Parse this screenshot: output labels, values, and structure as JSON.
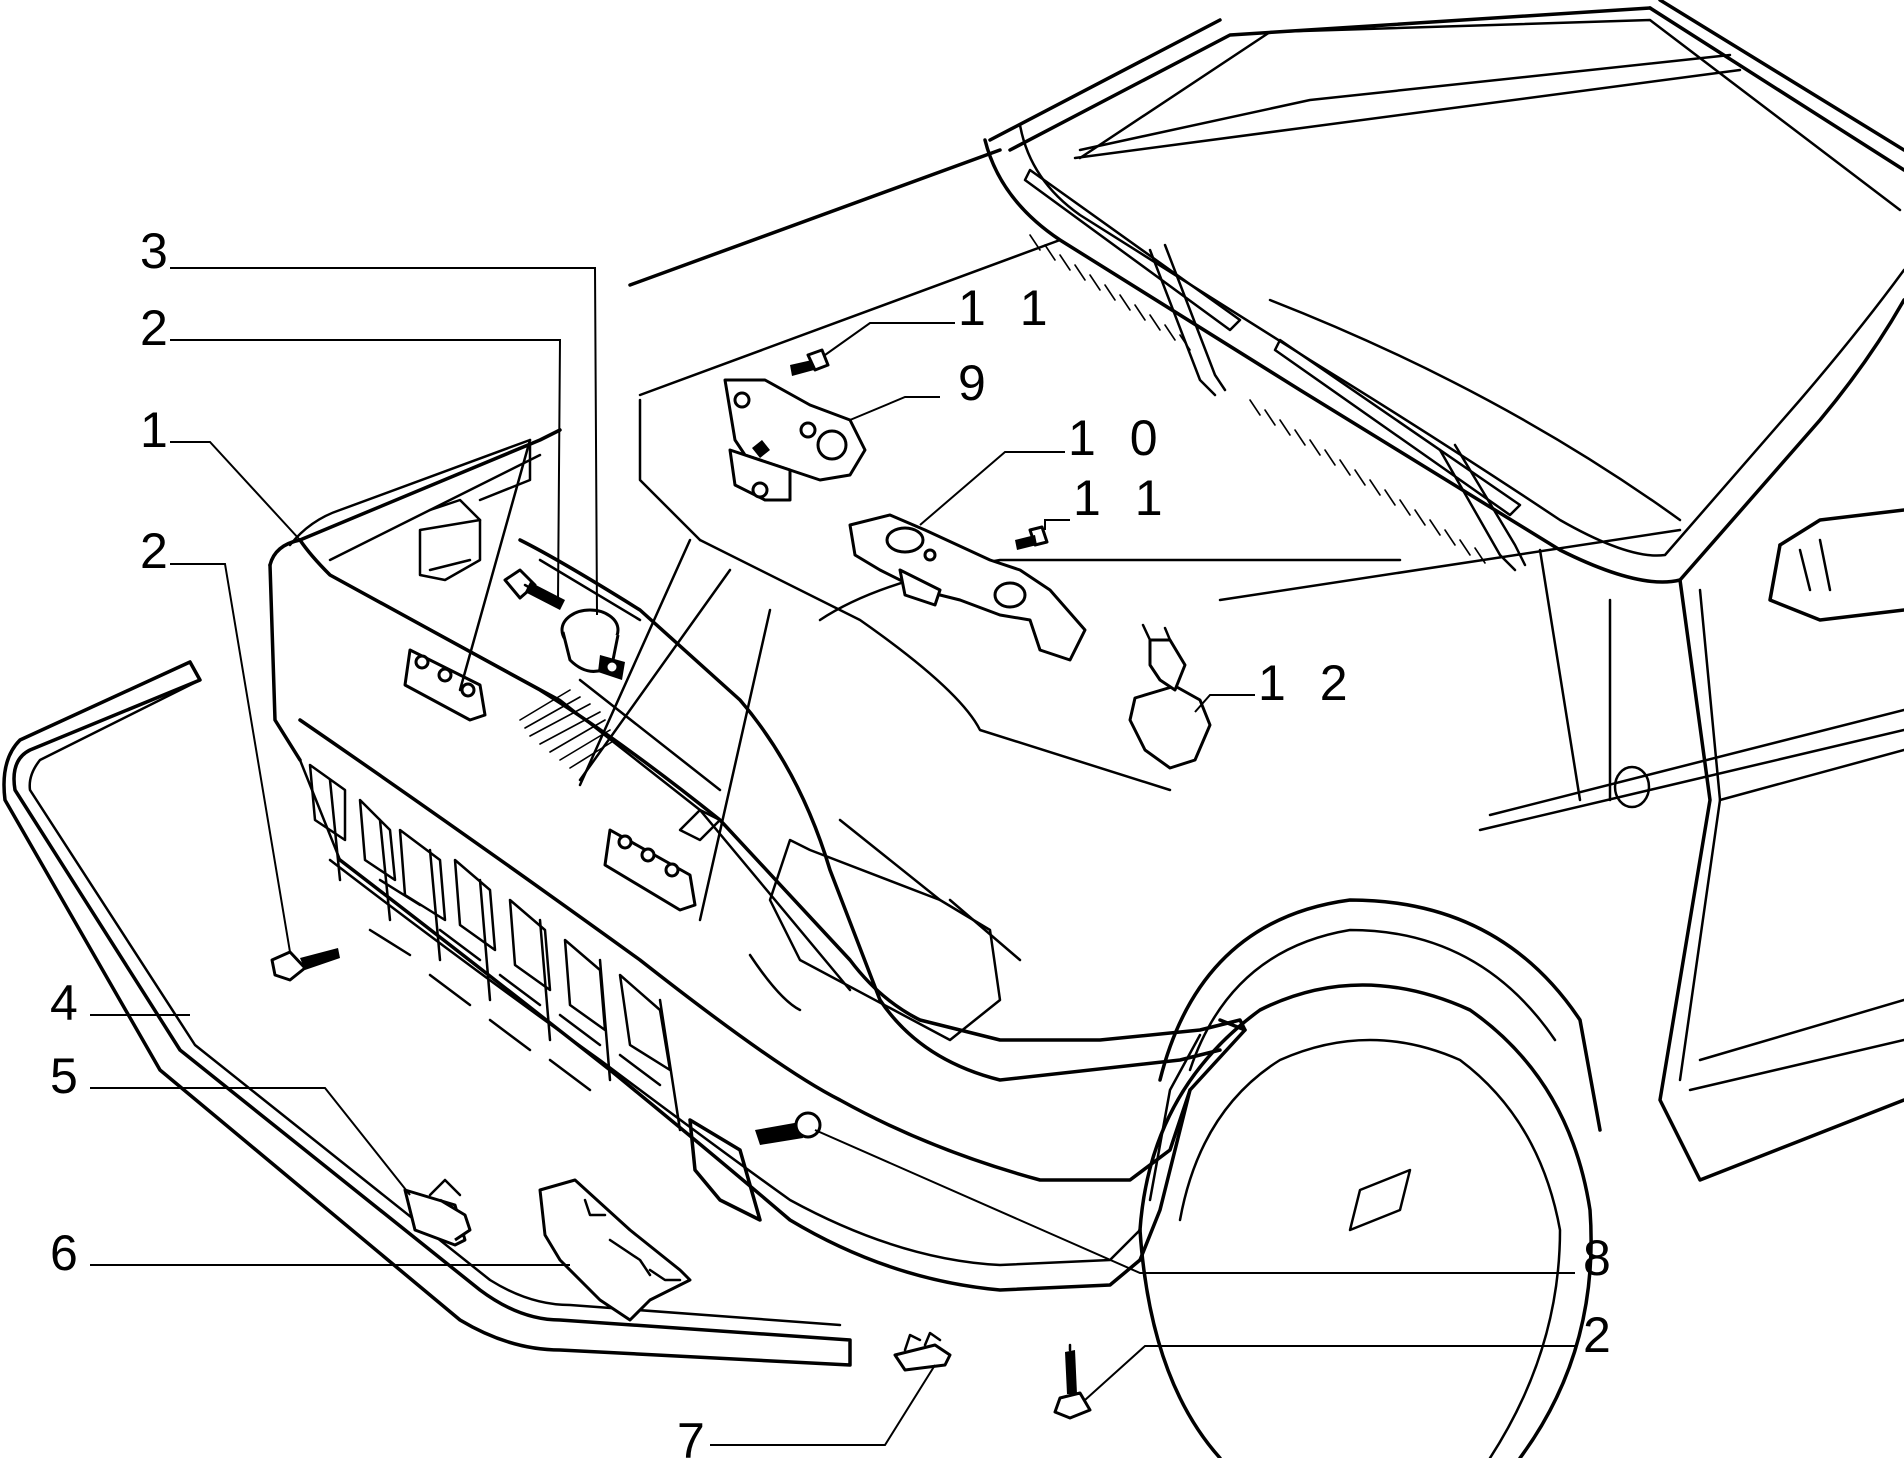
{
  "callouts": [
    {
      "id": "c3",
      "label": "3"
    },
    {
      "id": "c2a",
      "label": "2"
    },
    {
      "id": "c1",
      "label": "1"
    },
    {
      "id": "c2b",
      "label": "2"
    },
    {
      "id": "c4",
      "label": "4"
    },
    {
      "id": "c5",
      "label": "5"
    },
    {
      "id": "c6",
      "label": "6"
    },
    {
      "id": "c7",
      "label": "7"
    },
    {
      "id": "c8",
      "label": "8"
    },
    {
      "id": "c2c",
      "label": "2"
    },
    {
      "id": "c11a",
      "label": "1 1"
    },
    {
      "id": "c9",
      "label": "9"
    },
    {
      "id": "c10",
      "label": "1 0"
    },
    {
      "id": "c11b",
      "label": "1 1"
    },
    {
      "id": "c12",
      "label": "1 2"
    }
  ]
}
